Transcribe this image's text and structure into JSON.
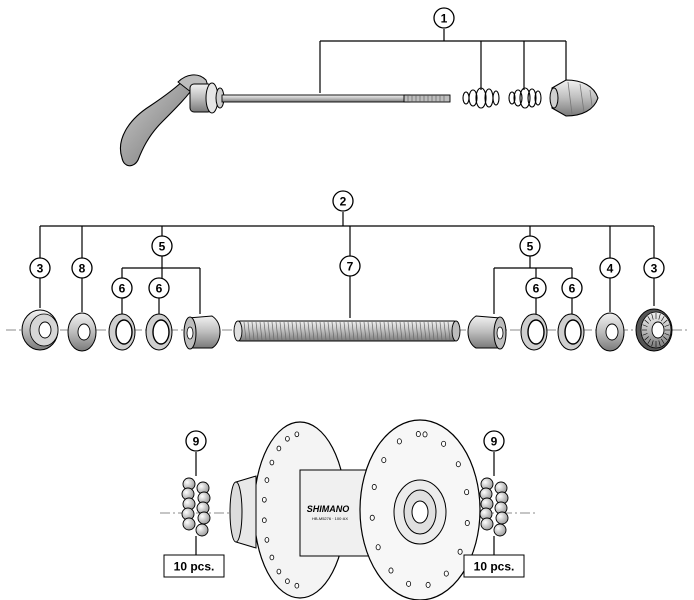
{
  "callouts": {
    "c1": "1",
    "c2": "2",
    "c3_left": "3",
    "c8": "8",
    "c5_left": "5",
    "c6_left_a": "6",
    "c6_left_b": "6",
    "c7": "7",
    "c5_right": "5",
    "c6_right_a": "6",
    "c6_right_b": "6",
    "c4": "4",
    "c3_right": "3",
    "c9_left": "9",
    "c9_right": "9"
  },
  "quantity_labels": {
    "left": "10 pcs.",
    "right": "10 pcs."
  },
  "hub": {
    "brand": "SHIMANO",
    "model_text": "HB-M5276 · 100·AX"
  },
  "colors": {
    "line": "#000000",
    "part_fill": "#d9d9d9",
    "part_dark": "#8c8c8c",
    "part_shadow": "#5a5a5a",
    "axis_line": "#666666"
  }
}
